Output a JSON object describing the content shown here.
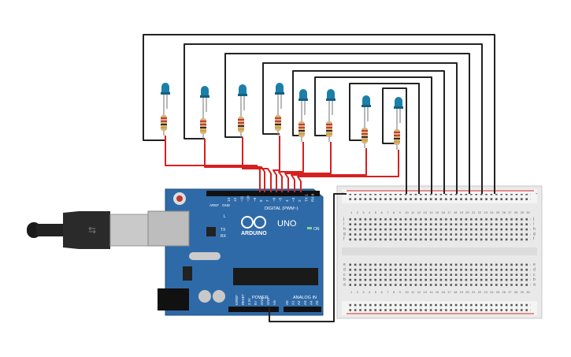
{
  "arduino": {
    "brand": "ARDUINO",
    "model": "UNO",
    "digital_label": "DIGITAL (PWM~)",
    "power_label": "POWER",
    "analog_label": "ANALOG IN",
    "on_label": "ON",
    "led_l": "L",
    "led_tx": "TX",
    "led_rx": "RX",
    "aref": "AREF",
    "gnd": "GND",
    "board_color": "#2f6aa8",
    "digital_pins": [
      "13",
      "12",
      "~11",
      "~10",
      "~9",
      "8",
      "7",
      "~6",
      "~5",
      "4",
      "~3",
      "2",
      "TX 1",
      "RX 0"
    ],
    "power_pins": [
      "IOREF",
      "RESET",
      "3.3V",
      "5V",
      "GND",
      "GND",
      "Vin"
    ],
    "analog_pins": [
      "A0",
      "A1",
      "A2",
      "A3",
      "A4",
      "A5"
    ]
  },
  "breadboard": {
    "row_letters_top": [
      "j",
      "i",
      "h",
      "g",
      "f"
    ],
    "row_letters_bottom": [
      "e",
      "d",
      "c",
      "b",
      "a"
    ],
    "column_numbers": [
      "1",
      "2",
      "3",
      "4",
      "5",
      "6",
      "7",
      "8",
      "9",
      "10",
      "11",
      "12",
      "13",
      "14",
      "15",
      "16",
      "17",
      "18",
      "19",
      "20",
      "21",
      "22",
      "23",
      "24",
      "25",
      "26",
      "27",
      "28",
      "29",
      "30"
    ],
    "rail_plus": "+",
    "rail_minus": "-"
  },
  "colors": {
    "wire_black": "#222222",
    "wire_red": "#d62020",
    "led": "#1c7fa8",
    "resistor": "#d9b27a"
  },
  "leds": [
    "led-1",
    "led-2",
    "led-3",
    "led-4",
    "led-5",
    "led-6",
    "led-7",
    "led-8"
  ]
}
